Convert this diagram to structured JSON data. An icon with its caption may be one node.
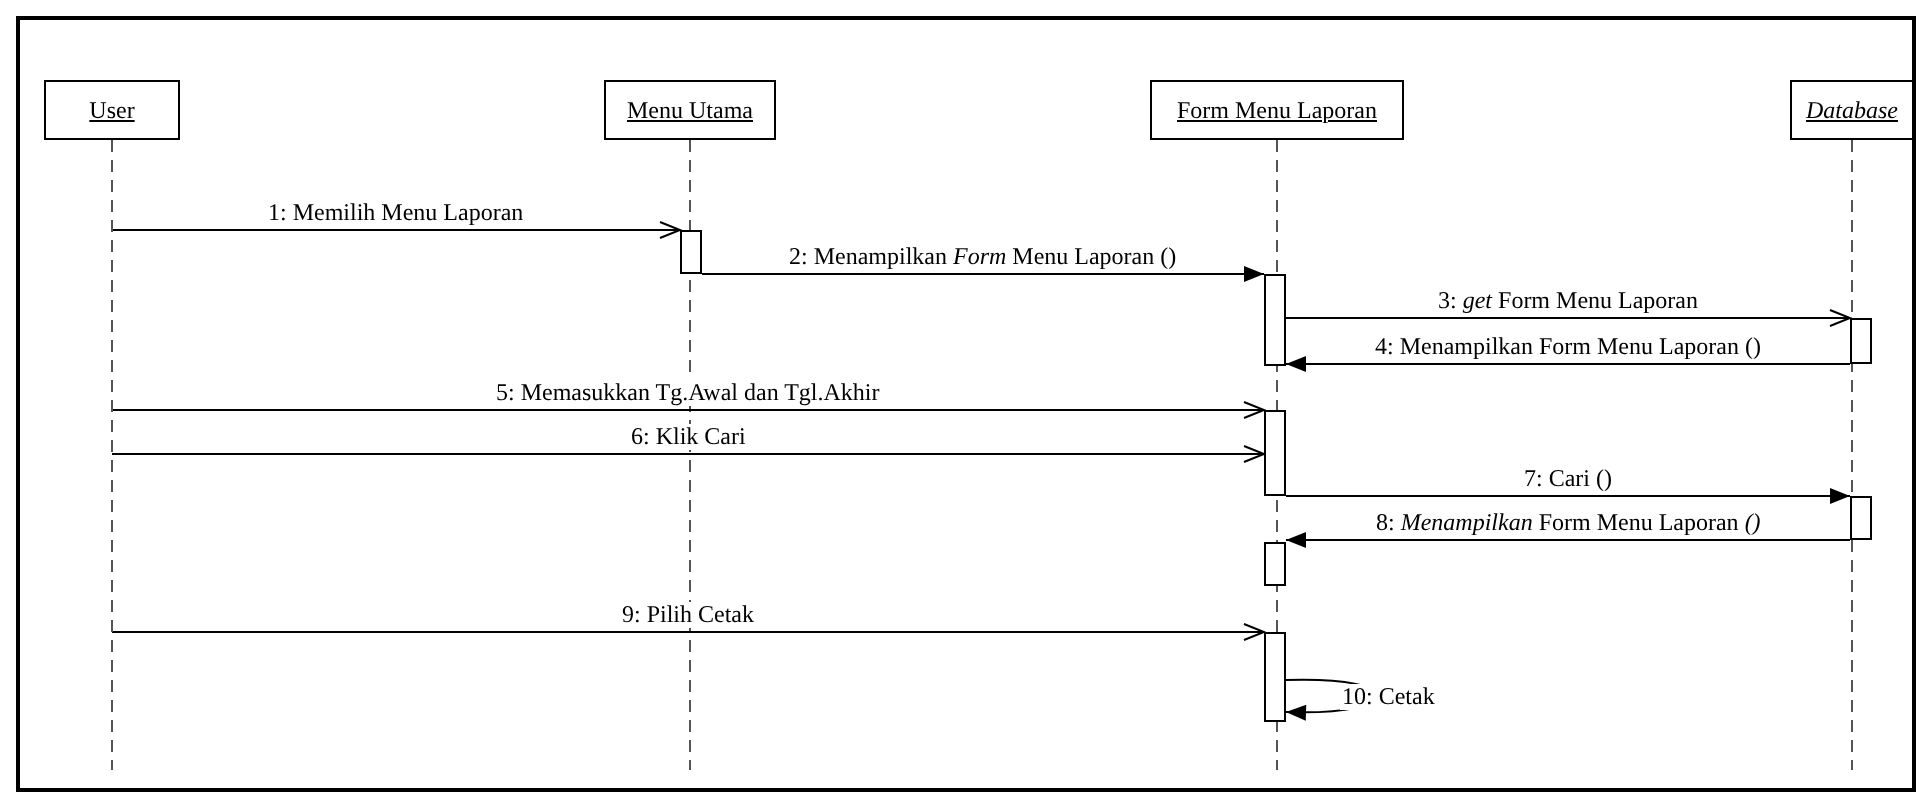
{
  "diagram": {
    "nodes": [
      {
        "text": [
          "User"
        ]
      },
      {
        "text": [
          "Menu Utama"
        ]
      },
      {
        "text": [
          "Form Menu Laporan"
        ]
      },
      {
        "text": [
          "Database"
        ]
      },
      {
        "text": [],
        "shape": "bar"
      },
      {
        "text": [],
        "shape": "bar"
      },
      {
        "text": [],
        "shape": "bar"
      },
      {
        "text": [],
        "shape": "bar"
      },
      {
        "text": [],
        "shape": "bar"
      },
      {
        "text": [],
        "shape": "bar"
      },
      {
        "text": [],
        "shape": "bar"
      }
    ],
    "edges": [
      {
        "from": 0,
        "to": 4,
        "arrow": "to",
        "label": "1: Memilih Menu Laporan"
      },
      {
        "from": 4,
        "to": 5,
        "arrow": "to",
        "label": "2: Menampilkan *Form* Menu Laporan ()"
      },
      {
        "from": 5,
        "to": 6,
        "arrow": "to",
        "label": "3: *get* Form Menu Laporan"
      },
      {
        "from": 6,
        "to": 5,
        "arrow": "to",
        "label": "4: Menampilkan Form Menu Laporan ()"
      },
      {
        "from": 0,
        "to": 7,
        "arrow": "to",
        "label": "5: Memasukkan Tg.Awal dan Tgl.Akhir"
      },
      {
        "from": 0,
        "to": 7,
        "arrow": "to",
        "label": "6: Klik Cari"
      },
      {
        "from": 7,
        "to": 8,
        "arrow": "to",
        "label": "7: Cari ()"
      },
      {
        "from": 8,
        "to": 9,
        "arrow": "to",
        "label": "8: *Menampilkan* Form Menu Laporan *()*"
      },
      {
        "from": 0,
        "to": 10,
        "arrow": "to",
        "label": "9: Pilih Cetak"
      },
      {
        "from": 10,
        "to": 10,
        "arrow": "to",
        "label": "10: Cetak"
      }
    ]
  }
}
